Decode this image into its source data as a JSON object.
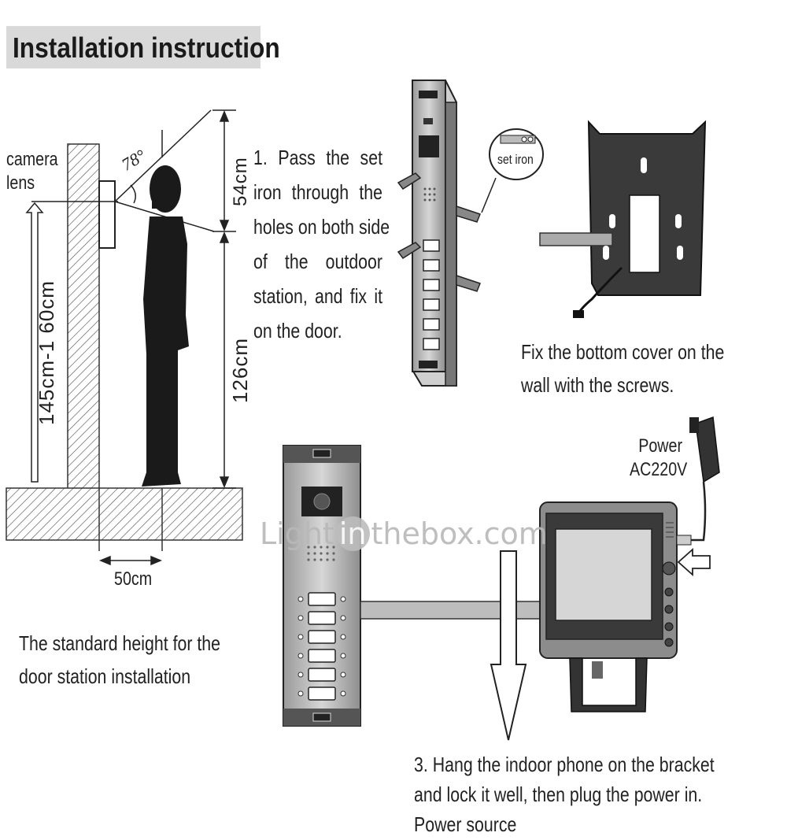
{
  "title": "Installation instruction",
  "left_diagram": {
    "camera_label_1": "camera",
    "camera_label_2": "lens",
    "angle_label": "78°",
    "height_range_label": "145cm-1 60cm",
    "dim_top": "54cm",
    "dim_bottom": "126cm",
    "dim_width": "50cm",
    "caption_line1": "The standard height for the",
    "caption_line2": "door station installation"
  },
  "step1": {
    "lines": [
      "1. Pass the set",
      "iron through the",
      "holes on both side",
      "of the outdoor",
      "station, and fix it",
      "on the door."
    ],
    "callout": "set iron"
  },
  "step2": {
    "caption_line1": "Fix the bottom cover on the",
    "caption_line2": "wall with the screws."
  },
  "step3": {
    "power_label_1": "Power",
    "power_label_2": "AC220V",
    "caption_line1": "3. Hang the indoor phone on the bracket",
    "caption_line2": "and lock it well, then plug the power in.",
    "caption_line3": "Power source"
  },
  "watermark": {
    "pre": "Light",
    "box": "in",
    "post": "thebox.com"
  }
}
